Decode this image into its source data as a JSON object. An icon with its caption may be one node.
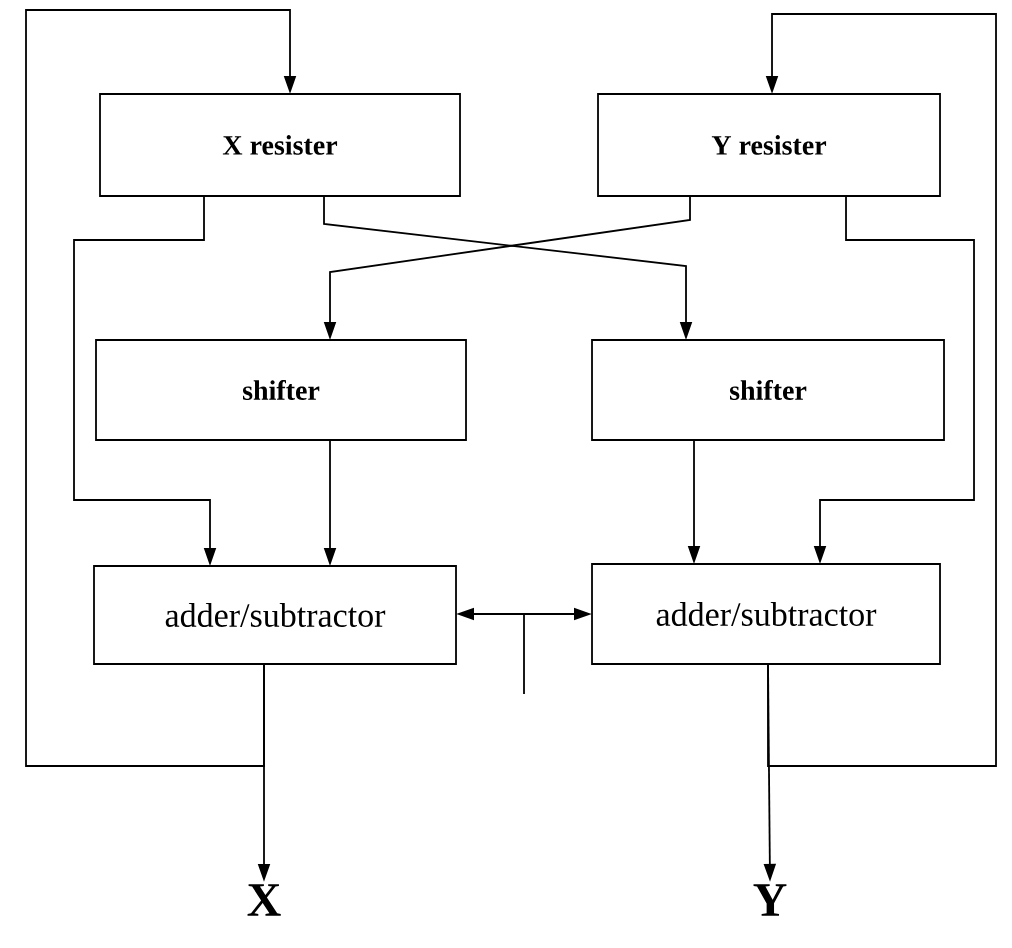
{
  "diagram": {
    "nodes": [
      {
        "text": [
          "X resister"
        ]
      },
      {
        "text": [
          "Y resister"
        ]
      },
      {
        "text": [
          "shifter"
        ]
      },
      {
        "text": [
          "shifter"
        ]
      },
      {
        "text": [
          "adder/subtractor"
        ]
      },
      {
        "text": [
          "adder/subtractor"
        ]
      },
      {
        "text": [
          "X"
        ]
      },
      {
        "text": [
          "Y"
        ]
      }
    ],
    "edges": [
      {
        "from": 0,
        "to": 4,
        "arrow": "to"
      },
      {
        "from": 0,
        "to": 3,
        "arrow": "to"
      },
      {
        "from": 1,
        "to": 2,
        "arrow": "to"
      },
      {
        "from": 1,
        "to": 5,
        "arrow": "to"
      },
      {
        "from": 2,
        "to": 4,
        "arrow": "to"
      },
      {
        "from": 3,
        "to": 5,
        "arrow": "to"
      },
      {
        "from": 4,
        "to": 5,
        "arrow": "both"
      },
      {
        "from": 4,
        "to": 0,
        "arrow": "to"
      },
      {
        "from": 4,
        "to": 6,
        "arrow": "to"
      },
      {
        "from": 5,
        "to": 1,
        "arrow": "to"
      },
      {
        "from": 5,
        "to": 7,
        "arrow": "to"
      }
    ]
  }
}
